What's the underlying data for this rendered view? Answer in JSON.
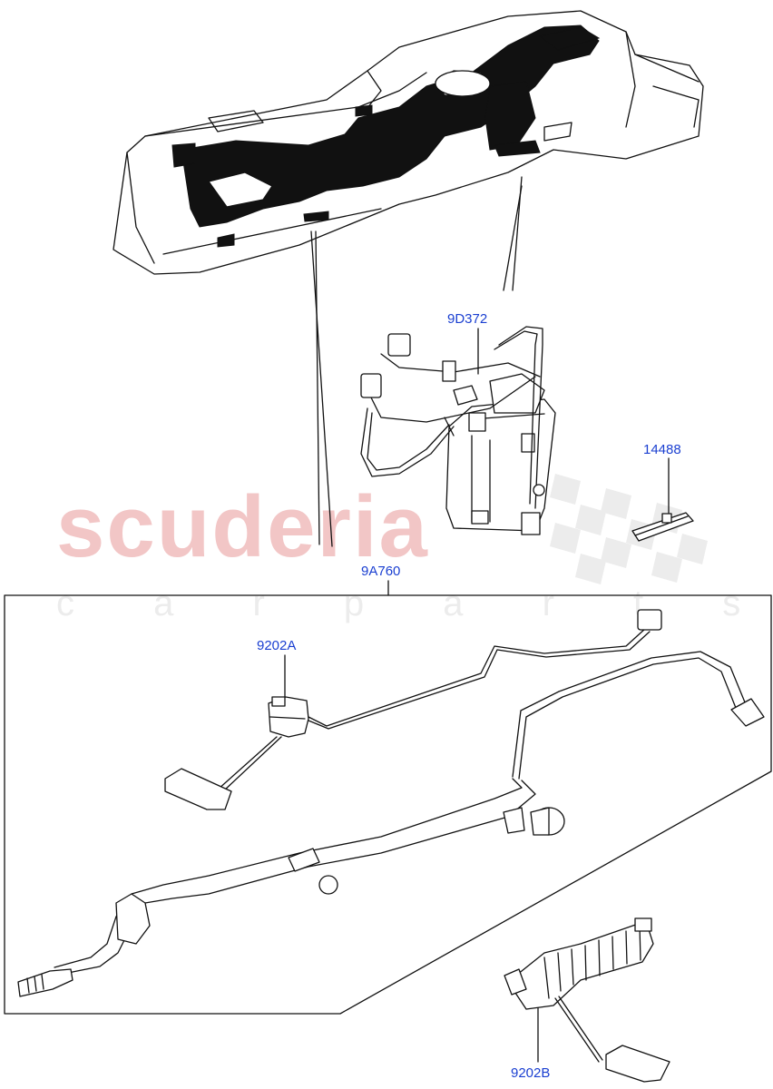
{
  "watermark": {
    "brand": "scuderia",
    "tagline": "c a r   p a r t s"
  },
  "callouts": {
    "pump": "9D372",
    "clip": "14488",
    "harness": "9A760",
    "sender_a": "9202A",
    "sender_b": "9202B"
  },
  "colors": {
    "callout_text": "#1a3fd1",
    "watermark_red": "#f2c6c6",
    "line": "#111111"
  }
}
